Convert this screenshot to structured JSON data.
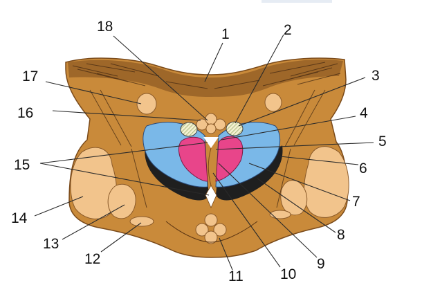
{
  "labels": {
    "l1": "1",
    "l2": "2",
    "l3": "3",
    "l4": "4",
    "l5": "5",
    "l6": "6",
    "l7": "7",
    "l8": "8",
    "l9": "9",
    "l10": "10",
    "l11": "11",
    "l12": "12",
    "l13": "13",
    "l14": "14",
    "l15": "15",
    "l16": "16",
    "l17": "17",
    "l18": "18"
  },
  "colors": {
    "tissue": "#c98a3a",
    "tissue_dark": "#6b3f14",
    "nucleus_pale": "#f2c48c",
    "ventricle_blue": "#7ab8e8",
    "pink_nucleus": "#e8458a",
    "cavity_white": "#ffffff",
    "nucleus_shadow": "#1f1f1f",
    "hatch": "#9bb06a"
  }
}
